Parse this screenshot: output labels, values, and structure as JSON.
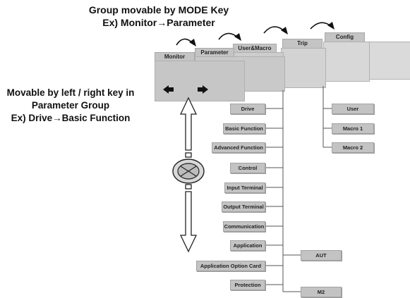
{
  "header": {
    "line1": "Group movable by MODE Key",
    "line2": "Ex) Monitor→Parameter"
  },
  "side_note": {
    "line1": "Movable by left / right key in",
    "line2": "Parameter Group",
    "line3": "Ex) Drive→Basic Function"
  },
  "tabs": {
    "monitor": "Monitor",
    "parameter": "Parameter",
    "user_macro": "User&Macro",
    "trip": "Trip",
    "config": "Config"
  },
  "parameter_groups": [
    "Drive",
    "Basic Function",
    "Advanced Function",
    "Control",
    "Input Terminal",
    "Output Terminal",
    "Communication",
    "Application",
    "Application Option Card",
    "Protection"
  ],
  "user_macro_groups": [
    "User",
    "Macro 1",
    "Macro 2"
  ],
  "sub_groups": {
    "aut": "AUT",
    "m2": "M2"
  },
  "icons": {
    "left_arrow": "left-arrow-icon",
    "right_arrow": "right-arrow-icon",
    "mode_arrow": "curved-arrow-icon",
    "keypad": "keypad-dial-icon"
  }
}
